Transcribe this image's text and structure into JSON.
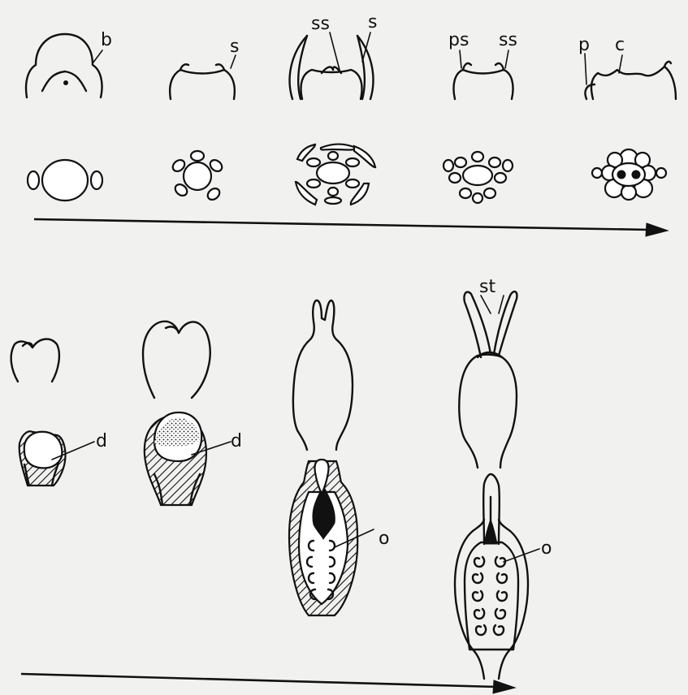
{
  "labels": {
    "b": "b",
    "s": "s",
    "ss": "ss",
    "s2": "s",
    "ps": "ps",
    "ss2": "ss",
    "p": "p",
    "c": "c",
    "st": "st",
    "d1": "d",
    "d2": "d",
    "o1": "o",
    "o2": "o"
  }
}
